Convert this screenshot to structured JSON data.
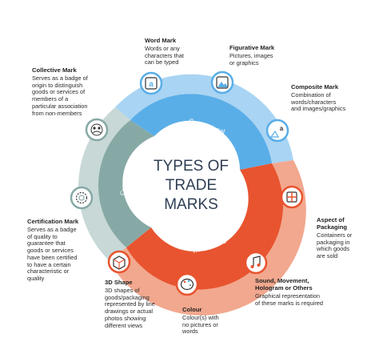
{
  "center_title": [
    "TYPES OF",
    "TRADE",
    "MARKS"
  ],
  "categories": {
    "conventional": [
      "Conventional",
      "Trade Marks"
    ],
    "non_conventional": [
      "Non-conventional",
      "Trade Marks"
    ],
    "collective_certification": [
      "Collective/",
      "Certification",
      "Marks"
    ]
  },
  "colors": {
    "conventional": "#5aaee8",
    "conventional_outer": "#a9d4f3",
    "non_conventional": "#e8542f",
    "non_conventional_outer": "#f2a88e",
    "collective": "#87a9a6",
    "collective_outer": "#c7d8d6",
    "title_text": "#2f3e54"
  },
  "marks": {
    "word": {
      "title": "Word Mark",
      "desc": "Words or any\ncharacters that\ncan be typed",
      "icon": "letter-a-icon"
    },
    "figurative": {
      "title": "Figurative Mark",
      "desc": "Pictures, images\nor graphics",
      "icon": "picture-icon"
    },
    "composite": {
      "title": "Composite Mark",
      "desc": "Combination of\nwords/characters\nand images/graphics",
      "icon": "letter-picture-icon"
    },
    "collective": {
      "title": "Collective Mark",
      "desc": "Serves as a badge of\norigin to distinguish\ngoods or services of\nmembers of a\nparticular association\nfrom non-members",
      "icon": "group-icon"
    },
    "certification": {
      "title": "Certification Mark",
      "desc": "Serves as a badge\nof quality to\nguarantee that\ngoods or services\nhave been certified\nto have a certain\ncharacteristic or\nquality",
      "icon": "badge-gear-icon"
    },
    "packaging": {
      "title": "Aspect of\nPackaging",
      "desc": "Containers or\npackaging in\nwhich goods\nare sold",
      "icon": "package-icon"
    },
    "sound": {
      "title": "Sound, Movement,\nHologram or Others",
      "desc": "Graphical representation\nof these marks is required",
      "icon": "music-note-icon"
    },
    "colour": {
      "title": "Colour",
      "desc": "Colour(s) with\nno pictures or\nwords",
      "icon": "palette-icon"
    },
    "shape3d": {
      "title": "3D Shape",
      "desc": "3D shapes of\ngoods/packaging\nrepresented by line\ndrawings or actual\nphotos showing\ndifferent views",
      "icon": "cube-icon"
    }
  }
}
